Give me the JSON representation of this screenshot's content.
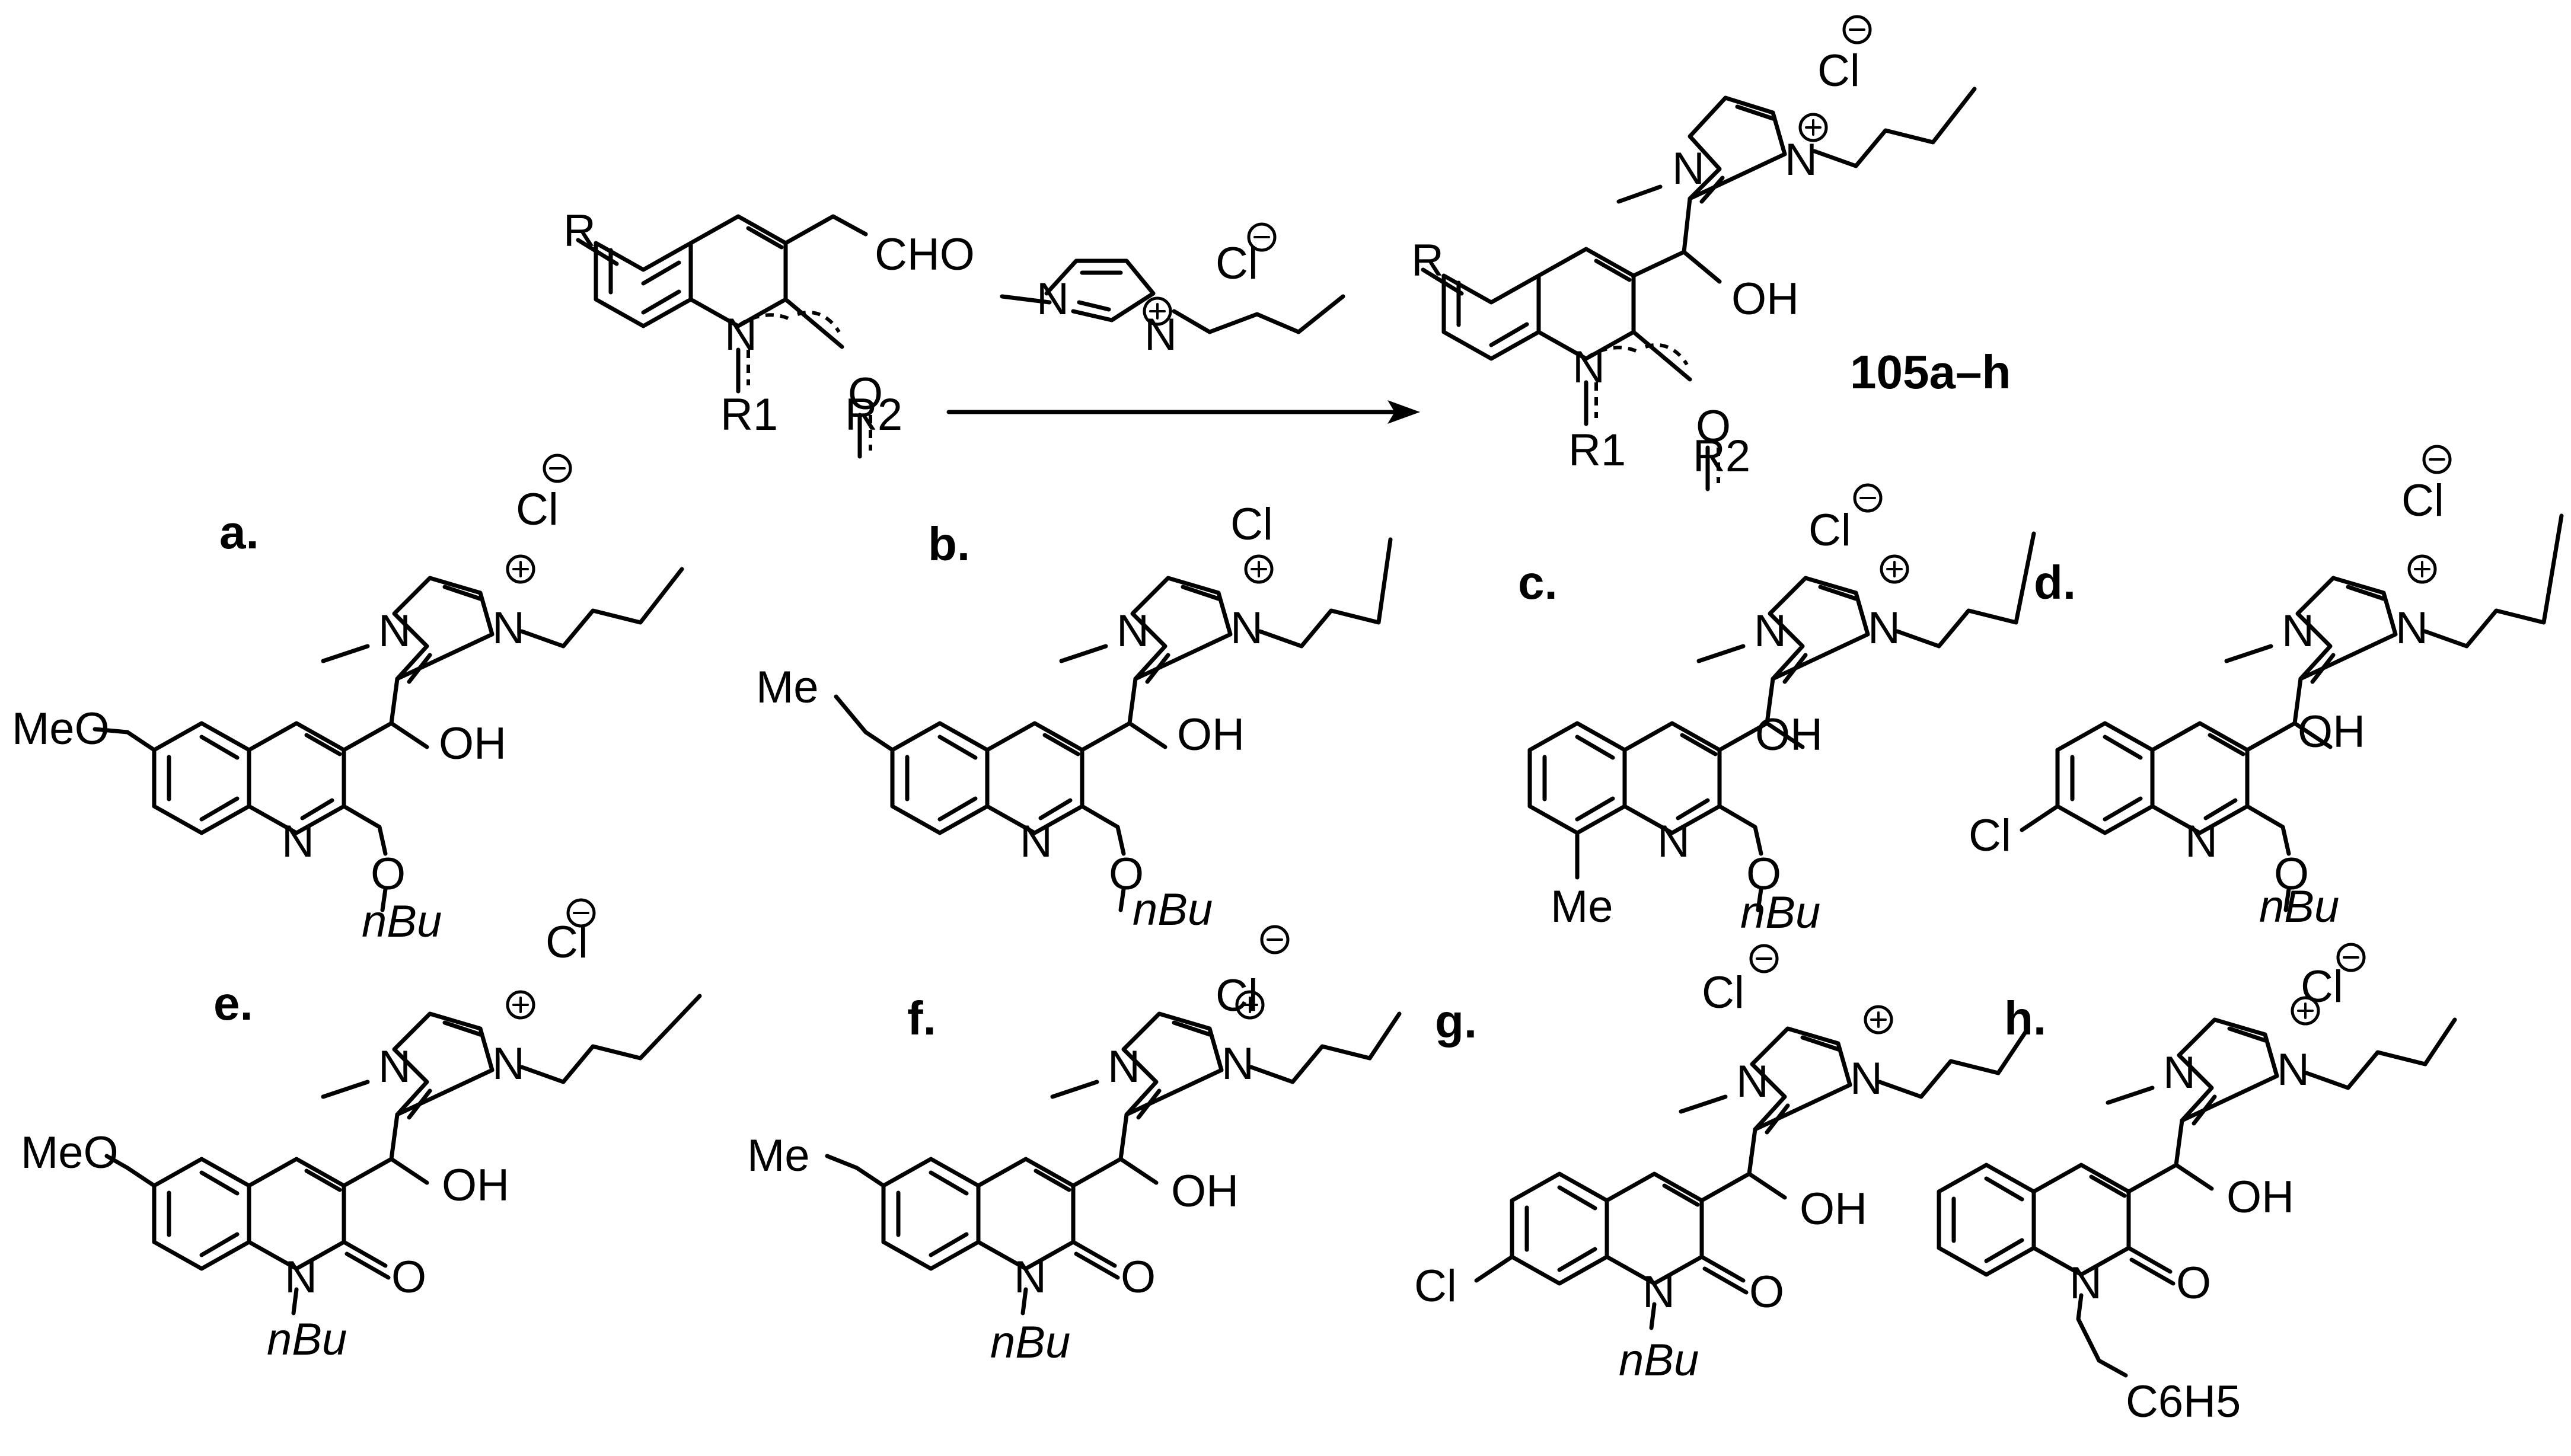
{
  "reaction": {
    "reactant": {
      "substituent": "R",
      "aldehyde": "CHO",
      "nitrogen": "N",
      "oxygen": "O",
      "r1": "R1",
      "r2": "R2"
    },
    "reagent": {
      "methyl_n": "N",
      "butyl_n": "N",
      "anion": "Cl"
    },
    "product": {
      "substituent": "R",
      "hydroxyl": "OH",
      "nitrogen": "N",
      "oxygen": "O",
      "r1": "R1",
      "r2": "R2",
      "im_n1": "N",
      "im_n3": "N",
      "anion": "Cl",
      "compound_label": "105a–h"
    }
  },
  "compounds": [
    {
      "letter": "a.",
      "substituent": "MeO",
      "n_sub": "",
      "alkoxy": "nBu",
      "n_atom": "N",
      "o_atom": "O"
    },
    {
      "letter": "b.",
      "substituent": "Me",
      "n_sub": "",
      "alkoxy": "nBu",
      "n_atom": "N",
      "o_atom": "O"
    },
    {
      "letter": "c.",
      "substituent": "Me",
      "n_sub": "",
      "alkoxy": "nBu",
      "n_atom": "N",
      "o_atom": "O"
    },
    {
      "letter": "d.",
      "substituent": "Cl",
      "n_sub": "",
      "alkoxy": "nBu",
      "n_atom": "N",
      "o_atom": "O"
    },
    {
      "letter": "e.",
      "substituent": "MeO",
      "n_sub": "nBu",
      "alkoxy": "",
      "n_atom": "N",
      "o_atom": "O"
    },
    {
      "letter": "f.",
      "substituent": "Me",
      "n_sub": "nBu",
      "alkoxy": "",
      "n_atom": "N",
      "o_atom": "O"
    },
    {
      "letter": "g.",
      "substituent": "Cl",
      "n_sub": "nBu",
      "alkoxy": "",
      "n_atom": "N",
      "o_atom": "O"
    },
    {
      "letter": "h.",
      "substituent": "",
      "n_sub": "C6H5",
      "alkoxy": "",
      "n_atom": "N",
      "o_atom": "O"
    }
  ],
  "common": {
    "hydroxyl": "OH",
    "imidazolium_n": "N",
    "anion": "Cl"
  }
}
